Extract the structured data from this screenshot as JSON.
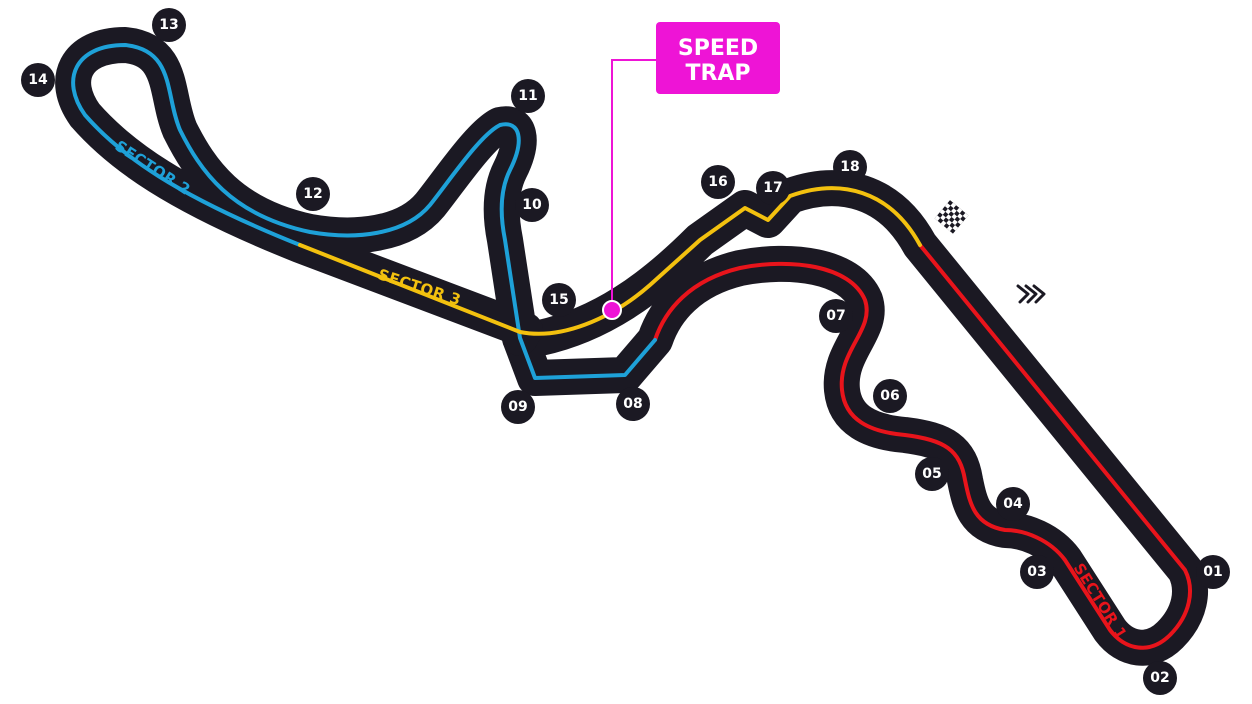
{
  "colors": {
    "track": "#1b1923",
    "sector1": "#e8141b",
    "sector2": "#1ea1d8",
    "sector3": "#f3c10f",
    "speed_trap": "#ee14d6",
    "turn_badge": "#1b1923",
    "badge_text": "#ffffff"
  },
  "sectors": {
    "s1": "SECTOR 1",
    "s2": "SECTOR 2",
    "s3": "SECTOR 3"
  },
  "speed_trap": {
    "line1": "SPEED",
    "line2": "TRAP"
  },
  "turns": [
    "01",
    "02",
    "03",
    "04",
    "05",
    "06",
    "07",
    "08",
    "09",
    "10",
    "11",
    "12",
    "13",
    "14",
    "15",
    "16",
    "17",
    "18"
  ],
  "icons": {
    "start_finish": "checkered-flag-icon",
    "direction": "direction-chevrons-icon"
  }
}
